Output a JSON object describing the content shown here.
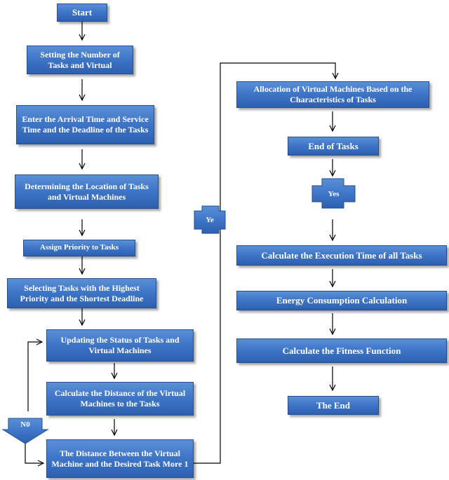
{
  "nodes": {
    "start": "Start",
    "setting": "Setting the Number of Tasks and Virtual",
    "enter": "Enter the Arrival Time and Service Time and the Deadline of the Tasks",
    "determining": "Determining the Location of Tasks and Virtual Machines",
    "assign": "Assign Priority to Tasks",
    "selecting": "Selecting Tasks with the Highest Priority and the Shortest Deadline",
    "updating": "Updating the Status of Tasks and Virtual Machines",
    "calc_distance": "Calculate the Distance of the Virtual Machines to the Tasks",
    "distance_between": "The Distance Between the Virtual Machine and the Desired Task More 1",
    "allocation": "Allocation of Virtual Machines Based on the Characteristics of Tasks",
    "end_of_tasks": "End of Tasks",
    "calc_exec": "Calculate the Execution Time of all Tasks",
    "energy": "Energy Consumption Calculation",
    "fitness": "Calculate the Fitness Function",
    "the_end": "The End"
  },
  "labels": {
    "ye": "Ye",
    "yes": "Yes",
    "no": "N0"
  },
  "colors": {
    "box_fill": "#3f76c8",
    "box_border": "#22508f",
    "text": "#ffffff",
    "connector": "#000000"
  }
}
